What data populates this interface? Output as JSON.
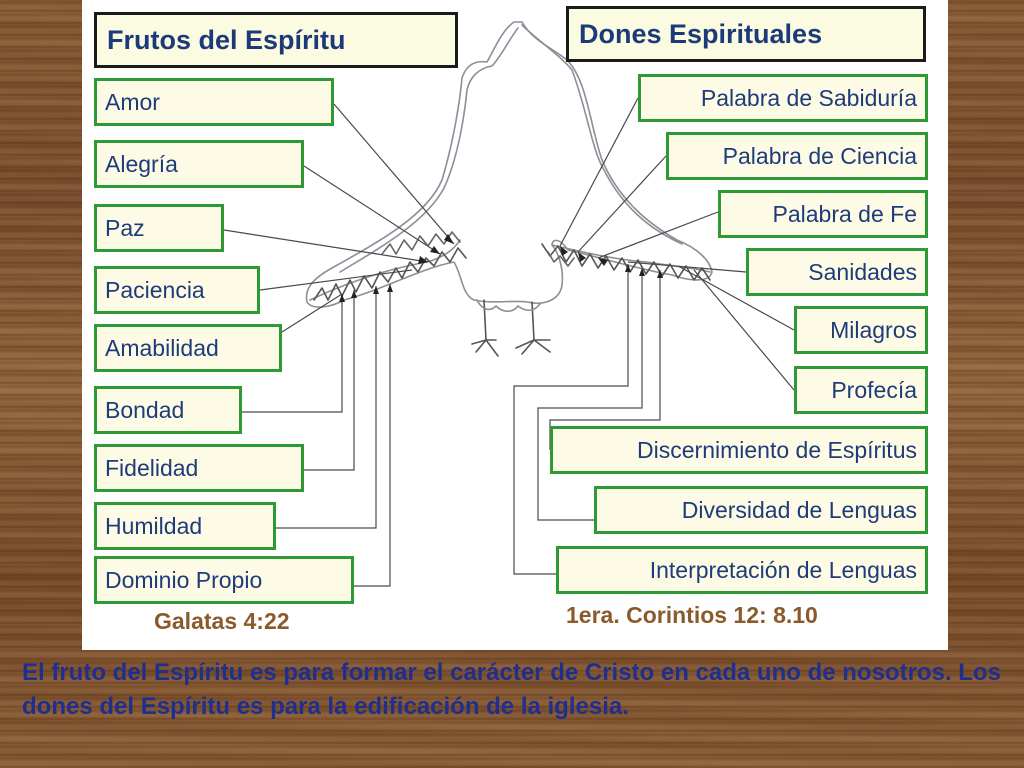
{
  "fruits_header": "Frutos del Espíritu",
  "gifts_header": "Dones Espirituales",
  "fruits": [
    "Amor",
    "Alegría",
    "Paz",
    "Paciencia",
    "Amabilidad",
    "Bondad",
    "Fidelidad",
    "Humildad",
    "Dominio Propio"
  ],
  "gifts": [
    "Palabra de Sabiduría",
    "Palabra de Ciencia",
    "Palabra de Fe",
    "Sanidades",
    "Milagros",
    "Profecía",
    "Discernimiento de Espíritus",
    "Diversidad de Lenguas",
    "Interpretación de Lenguas"
  ],
  "fruits_reference": "Galatas 4:22",
  "gifts_reference": "1era. Corintios 12: 8.10",
  "caption": "El fruto del Espíritu es para formar el carácter de Cristo en cada uno de nosotros. Los dones del Espíritu es para la edificación de la iglesia.",
  "colors": {
    "box_border": "#2d9a35",
    "box_text": "#1e3c7a",
    "caption_text": "#1f2f8e",
    "reference_text": "#8b5a2b"
  }
}
